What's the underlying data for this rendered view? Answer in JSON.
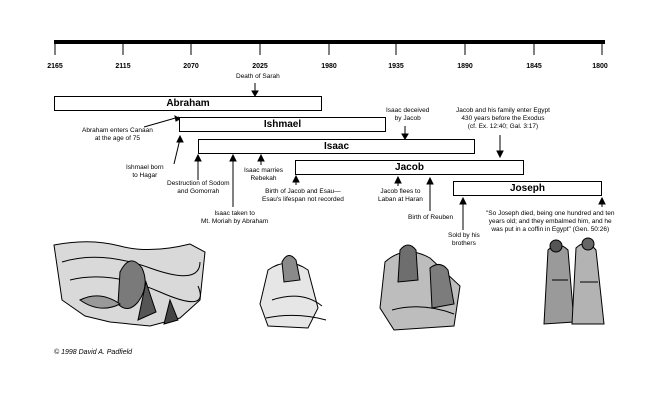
{
  "timeline": {
    "ticks": [
      "2165",
      "2115",
      "2070",
      "2025",
      "1980",
      "1935",
      "1890",
      "1845",
      "1800"
    ]
  },
  "bars": {
    "abraham": "Abraham",
    "ishmael": "Ishmael",
    "isaac": "Isaac",
    "jacob": "Jacob",
    "joseph": "Joseph"
  },
  "notes": {
    "death_of_sarah": "Death of Sarah",
    "abraham_canaan_1": "Abraham enters Canaan",
    "abraham_canaan_2": "at the age of 75",
    "ishmael_born_1": "Ishmael born",
    "ishmael_born_2": "to Hagar",
    "sodom_1": "Destruction of Sodom",
    "sodom_2": "and Gomorrah",
    "moriah_1": "Isaac taken to",
    "moriah_2": "Mt. Moriah by Abraham",
    "rebekah_1": "Isaac marries",
    "rebekah_2": "Rebekah",
    "birth_jacob_esau_1": "Birth of Jacob and Esau—",
    "birth_jacob_esau_2": "Esau's lifespan not recorded",
    "deceived_1": "Isaac deceived",
    "deceived_2": "by Jacob",
    "laban_1": "Jacob flees to",
    "laban_2": "Laban at Haran",
    "reuben": "Birth of Reuben",
    "egypt_1": "Jacob and his family enter Egypt",
    "egypt_2": "430 years before the Exodus",
    "egypt_3": "(cf. Ex. 12:40; Gal. 3:17)",
    "sold_1": "Sold by his",
    "sold_2": "brothers",
    "joseph_died_1": "\"So Joseph died, being one hundred and ten",
    "joseph_died_2": "years old; and they embalmed him, and he",
    "joseph_died_3": "was put in a coffin in Egypt\" (Gen. 50:26)"
  },
  "copyright": "© 1998 David A. Padfield"
}
